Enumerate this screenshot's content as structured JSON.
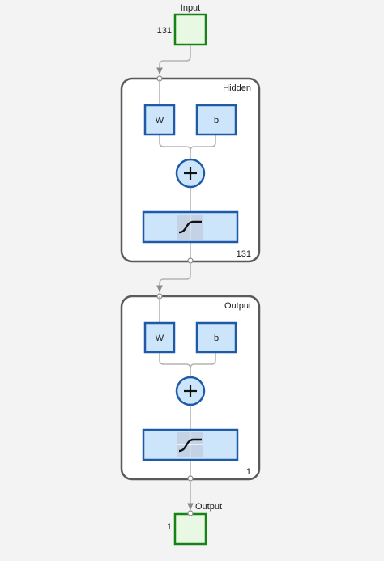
{
  "input": {
    "label": "Input",
    "size": "131"
  },
  "layers": [
    {
      "name": "Hidden",
      "weight_label": "W",
      "bias_label": "b",
      "sum_symbol": "+",
      "transfer_icon": "tansig-icon",
      "size": "131"
    },
    {
      "name": "Output",
      "weight_label": "W",
      "bias_label": "b",
      "sum_symbol": "+",
      "transfer_icon": "purelin-icon",
      "size": "1"
    }
  ],
  "output": {
    "label": "Output",
    "size": "1"
  },
  "colors": {
    "io_fill": "#e9f8e3",
    "io_border": "#178317",
    "block_fill": "#cde5fb",
    "block_border": "#1e5aa8",
    "layer_border": "#5a5a5a",
    "wire": "#b4b4b4",
    "background": "#f3f3f3"
  }
}
